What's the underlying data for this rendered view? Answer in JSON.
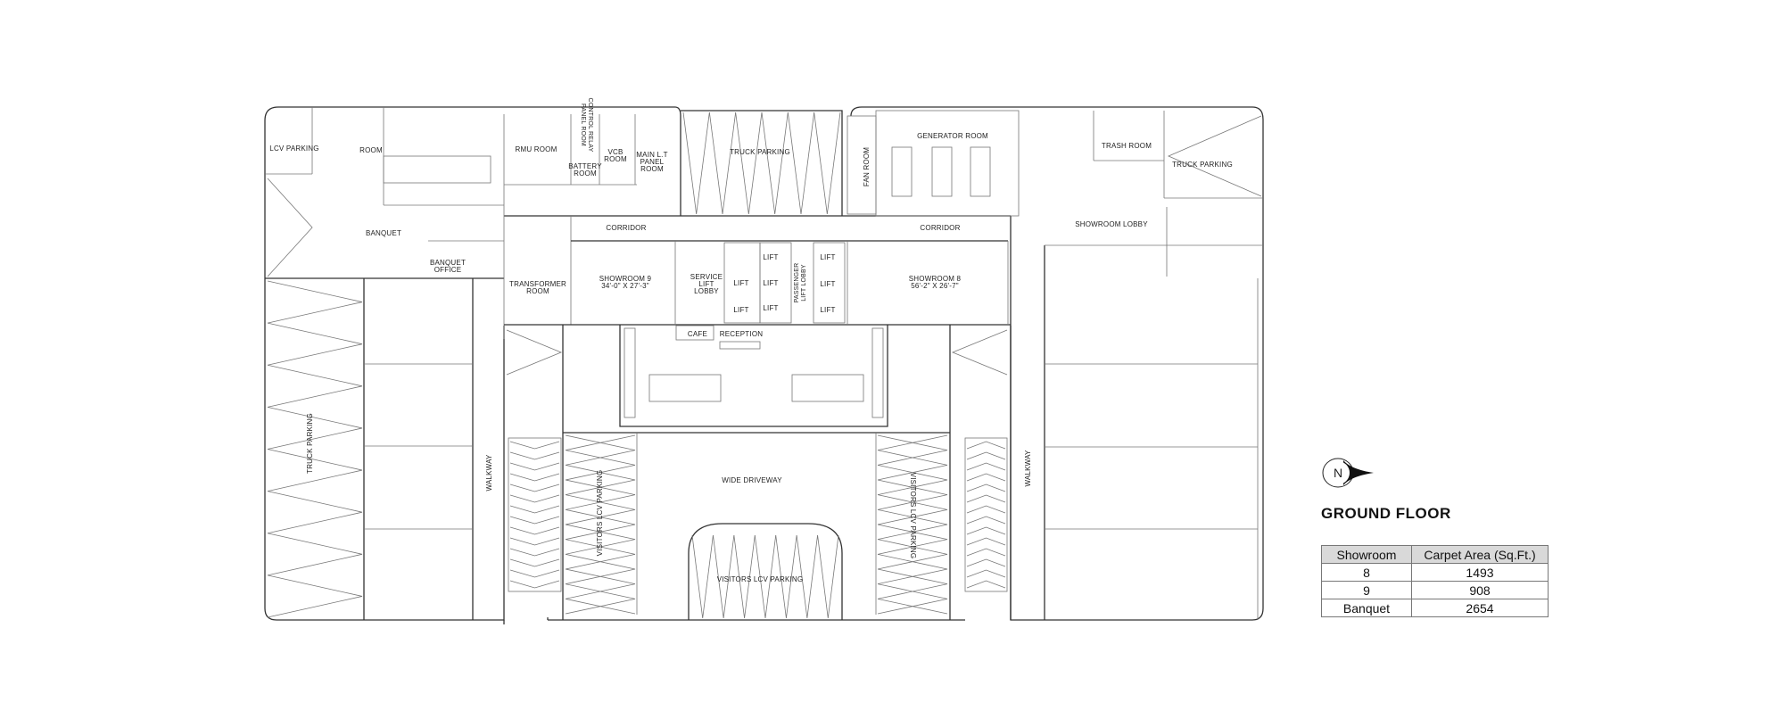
{
  "plan": {
    "rooms": {
      "lcv_parking": "LCV PARKING",
      "room": "ROOM",
      "rmu_room": "RMU ROOM",
      "control_relay": "CONTROL RELAY",
      "panel_room": "PANEL ROOM",
      "battery_1": "BATTERY",
      "battery_2": "ROOM",
      "vcb_1": "VCB",
      "vcb_2": "ROOM",
      "mainlt_1": "MAIN L.T",
      "mainlt_2": "PANEL",
      "mainlt_3": "ROOM",
      "banquet": "BANQUET",
      "banquet_office_1": "BANQUET",
      "banquet_office_2": "OFFICE",
      "transformer_1": "TRANSFORMER",
      "transformer_2": "ROOM",
      "corridor_left": "CORRIDOR",
      "showroom9": "SHOWROOM 9",
      "showroom9_dim": "34'-0\" X 27'-3\"",
      "truck_parking_top": "TRUCK PARKING",
      "fan_room": "FAN ROOM",
      "service_1": "SERVICE",
      "service_2": "LIFT",
      "service_3": "LOBBY",
      "lift": "LIFT",
      "passenger_1": "PASSENGER",
      "passenger_2": "LIFT LOBBY",
      "cafe": "CAFE",
      "reception": "RECEPTION",
      "generator_room": "GENERATOR ROOM",
      "trash_room": "TRASH ROOM",
      "truck_parking_right": "TRUCK PARKING",
      "corridor_right": "CORRIDOR",
      "showroom_lobby": "SHOWROOM LOBBY",
      "showroom8": "SHOWROOM 8",
      "showroom8_dim": "56'-2\" X 26'-7\"",
      "truck_parking_left": "TRUCK PARKING",
      "walkway": "WALKWAY",
      "visitors_lcv": "VISITORS LCV PARKING",
      "wide_driveway": "WIDE DRIVEWAY"
    }
  },
  "compass": {
    "label": "N"
  },
  "title": "GROUND FLOOR",
  "table": {
    "headers": [
      "Showroom",
      "Carpet Area (Sq.Ft.)"
    ],
    "rows": [
      [
        "8",
        "1493"
      ],
      [
        "9",
        "908"
      ],
      [
        "Banquet",
        "2654"
      ]
    ]
  }
}
